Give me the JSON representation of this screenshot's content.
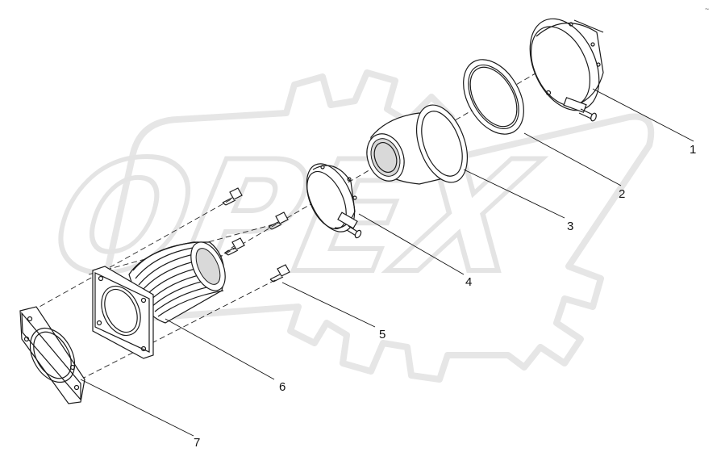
{
  "watermark": {
    "text": "OPEX"
  },
  "callouts": [
    {
      "id": "1",
      "label": "1"
    },
    {
      "id": "2",
      "label": "2"
    },
    {
      "id": "3",
      "label": "3"
    },
    {
      "id": "4",
      "label": "4"
    },
    {
      "id": "5",
      "label": "5"
    },
    {
      "id": "6",
      "label": "6"
    },
    {
      "id": "7",
      "label": "7"
    }
  ],
  "colors": {
    "line": "#1a1a1a",
    "watermark": "#e4e4e4",
    "shade": "#d9d9d9"
  },
  "corner_mark": "~"
}
